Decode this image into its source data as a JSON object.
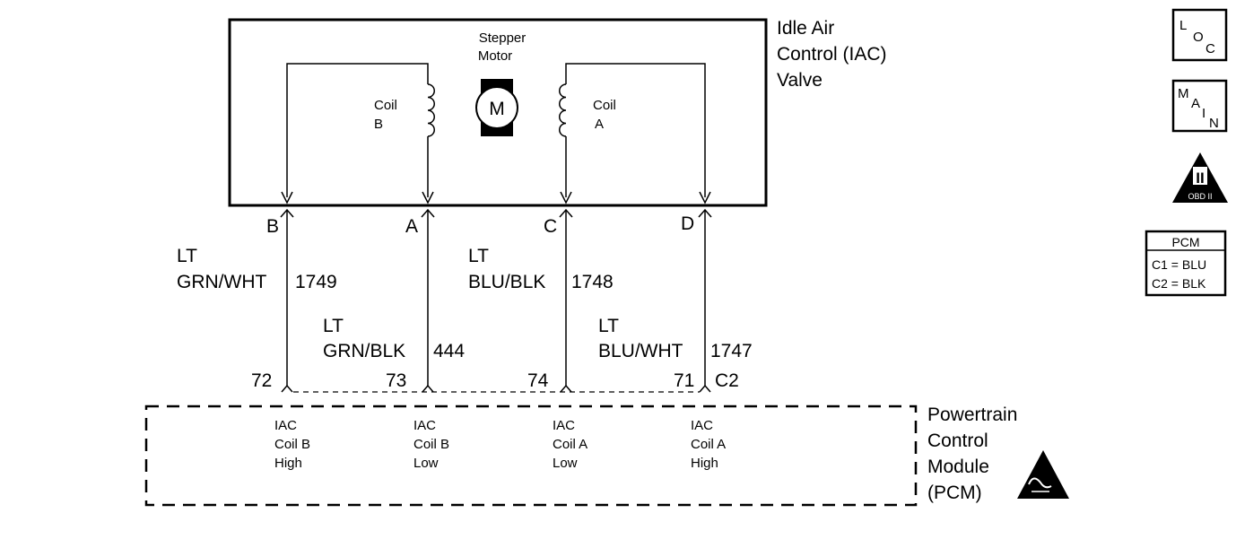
{
  "component": {
    "name_lines": [
      "Idle Air",
      "Control (IAC)",
      "Valve"
    ],
    "motor_label_lines": [
      "Stepper",
      "Motor"
    ],
    "motor_symbol": "M",
    "coil_b_lines": [
      "Coil",
      "B"
    ],
    "coil_a_lines": [
      "Coil",
      "A"
    ]
  },
  "connector_pins": [
    "B",
    "A",
    "C",
    "D"
  ],
  "wires": [
    {
      "color_lines": [
        "LT",
        "GRN/WHT"
      ],
      "circuit": "1749",
      "pcm_pin": "72"
    },
    {
      "color_lines": [
        "LT",
        "GRN/BLK"
      ],
      "circuit": "444",
      "pcm_pin": "73"
    },
    {
      "color_lines": [
        "LT",
        "BLU/BLK"
      ],
      "circuit": "1748",
      "pcm_pin": "74"
    },
    {
      "color_lines": [
        "LT",
        "BLU/WHT"
      ],
      "circuit": "1747",
      "pcm_pin": "71"
    }
  ],
  "pcm_connector": "C2",
  "pcm": {
    "name_lines": [
      "Powertrain",
      "Control",
      "Module",
      "(PCM)"
    ],
    "terminals": [
      [
        "IAC",
        "Coil B",
        "High"
      ],
      [
        "IAC",
        "Coil B",
        "Low"
      ],
      [
        "IAC",
        "Coil A",
        "Low"
      ],
      [
        "IAC",
        "Coil A",
        "High"
      ]
    ]
  },
  "side_icons": {
    "loc_letters": [
      "L",
      "O",
      "C"
    ],
    "main_letters": [
      "M",
      "A",
      "I",
      "N"
    ],
    "obd_numeral": "II",
    "obd_label": "OBD II",
    "legend_title": "PCM",
    "legend_lines": [
      "C1 = BLU",
      "C2 = BLK"
    ]
  },
  "icon_names": [
    "esd-sensitive-icon",
    "loc-icon",
    "main-icon",
    "obd-ii-icon"
  ]
}
